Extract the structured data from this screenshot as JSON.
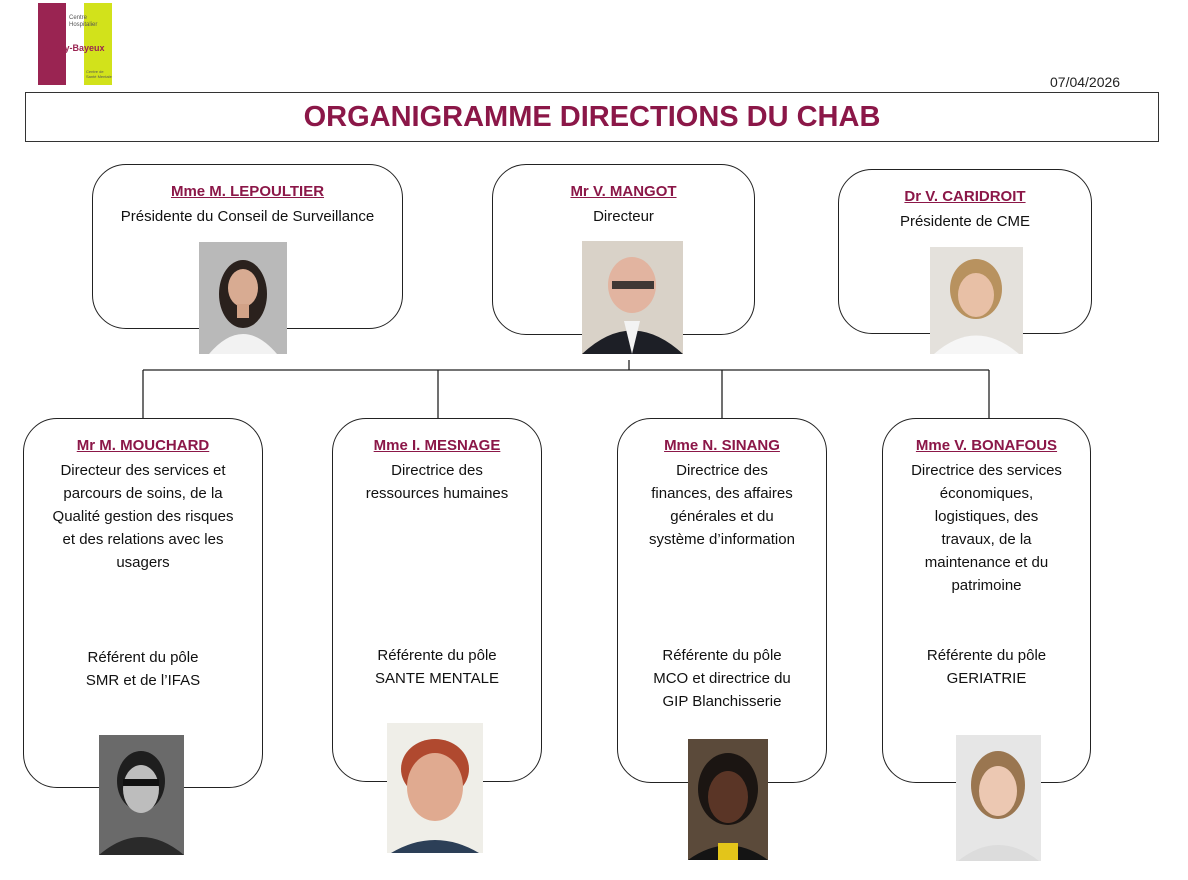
{
  "logo": {
    "line1": "Centre",
    "line2": "Hospitalier",
    "main": "Aunay-Bayeux",
    "sub1": "Centre de",
    "sub2": "Santé Mentale"
  },
  "date": "07/04/2026",
  "title": "ORGANIGRAMME DIRECTIONS DU CHAB",
  "top": [
    {
      "name": "Mme M. LEPOULTIER",
      "role": "Présidente du Conseil de Surveillance"
    },
    {
      "name": "Mr V. MANGOT",
      "role": "Directeur"
    },
    {
      "name": "Dr V. CARIDROIT",
      "role": "Présidente de CME"
    }
  ],
  "bottom": [
    {
      "name": "Mr M. MOUCHARD",
      "role": [
        "Directeur des services et",
        "parcours de soins, de la",
        "Qualité gestion des risques",
        "et des relations avec les",
        "usagers"
      ],
      "ref": [
        "Référent du pôle",
        "SMR et de l’IFAS"
      ]
    },
    {
      "name": "Mme I. MESNAGE",
      "role": [
        "Directrice des",
        "ressources humaines"
      ],
      "ref": [
        "Référente du pôle",
        "SANTE MENTALE"
      ]
    },
    {
      "name": "Mme N. SINANG",
      "role": [
        "Directrice des",
        "finances, des affaires",
        "générales et du",
        "système d’information"
      ],
      "ref": [
        "Référente du pôle",
        "MCO et directrice du",
        "GIP Blanchisserie"
      ]
    },
    {
      "name": "Mme V. BONAFOUS",
      "role": [
        "Directrice des services",
        "économiques,",
        "logistiques, des",
        "travaux, de la",
        "maintenance et du",
        "patrimoine"
      ],
      "ref": [
        "Référente du pôle",
        "GERIATRIE"
      ]
    }
  ]
}
